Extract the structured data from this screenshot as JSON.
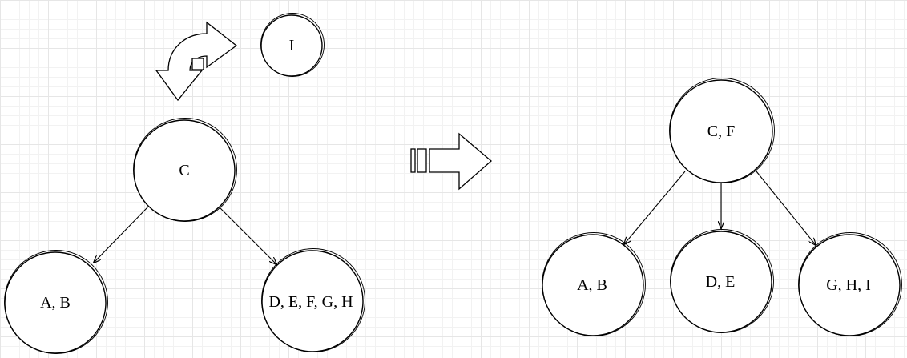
{
  "before": {
    "insert_key": "I",
    "root": "C",
    "left_child": "A, B",
    "right_child": "D, E, F, G, H"
  },
  "after": {
    "root": "C, F",
    "left_child": "A, B",
    "middle_child": "D, E",
    "right_child": "G, H, I"
  }
}
